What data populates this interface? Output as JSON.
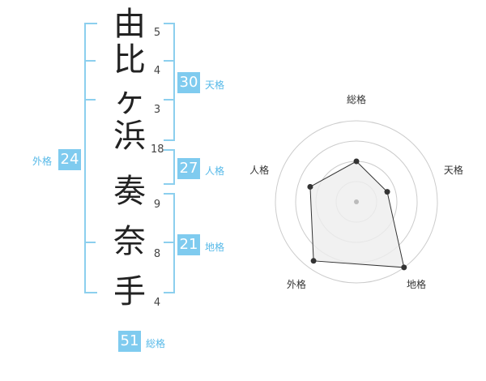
{
  "name": {
    "chars": [
      {
        "char": "由",
        "strokes": "5"
      },
      {
        "char": "比",
        "strokes": "4"
      },
      {
        "char": "ヶ",
        "strokes": "3"
      },
      {
        "char": "浜",
        "strokes": "18"
      },
      {
        "char": "奏",
        "strokes": "9"
      },
      {
        "char": "奈",
        "strokes": "8"
      },
      {
        "char": "手",
        "strokes": "4"
      }
    ]
  },
  "kaku": {
    "tenkaku": {
      "value": "30",
      "label": "天格"
    },
    "jinkaku": {
      "value": "27",
      "label": "人格"
    },
    "chikaku": {
      "value": "21",
      "label": "地格"
    },
    "gaikaku": {
      "value": "24",
      "label": "外格"
    },
    "soukaku": {
      "value": "51",
      "label": "総格"
    }
  },
  "radar": {
    "axes": [
      "総格",
      "天格",
      "地格",
      "外格",
      "人格"
    ],
    "levels": 4,
    "values": [
      2,
      1.6,
      4,
      3.6,
      2.4
    ],
    "colors": {
      "grid": "#cccccc",
      "fill": "#eeeeee",
      "line": "#333333",
      "point": "#333333",
      "center": "#bbbbbb"
    }
  }
}
